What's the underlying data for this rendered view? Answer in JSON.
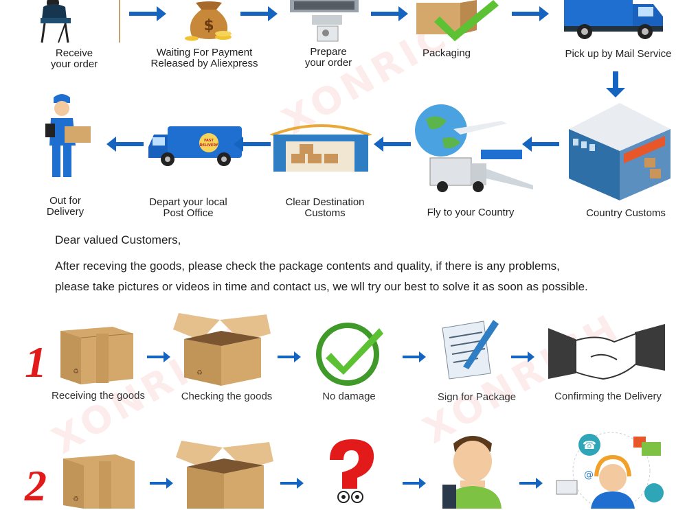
{
  "watermark": "XONRICH",
  "flow": {
    "row1": [
      {
        "label": "Receive\nyour order"
      },
      {
        "label": "Waiting For Payment\nReleased by Aliexpress"
      },
      {
        "label": "Prepare\nyour order"
      },
      {
        "label": "Packaging"
      },
      {
        "label": "Pick up by Mail Service"
      }
    ],
    "row2": [
      {
        "label": "Out for\nDelivery"
      },
      {
        "label": "Depart your local\nPost Office"
      },
      {
        "label": "Clear Destination\nCustoms"
      },
      {
        "label": "Fly to your Country"
      },
      {
        "label": "Country Customs"
      }
    ],
    "truck_badge": "FAST DELIVERY"
  },
  "letter": {
    "greeting": "Dear valued Customers,",
    "line1": "After receving the goods, please check the package contents and quality, if there is any problems,",
    "line2": "please take pictures or videos in time and contact us, we wll try our best to solve it as soon as possible."
  },
  "steps1": {
    "number": "1",
    "items": [
      {
        "label": "Receiving the goods"
      },
      {
        "label": "Checking the goods"
      },
      {
        "label": "No damage"
      },
      {
        "label": "Sign for Package"
      },
      {
        "label": "Confirming the Delivery"
      }
    ]
  },
  "steps2": {
    "number": "2"
  },
  "colors": {
    "arrow": "#1565c0",
    "box": "#d4a86a",
    "check": "#5cc234",
    "accent_red": "#e31a1a",
    "truck_blue": "#1e6fd0"
  }
}
